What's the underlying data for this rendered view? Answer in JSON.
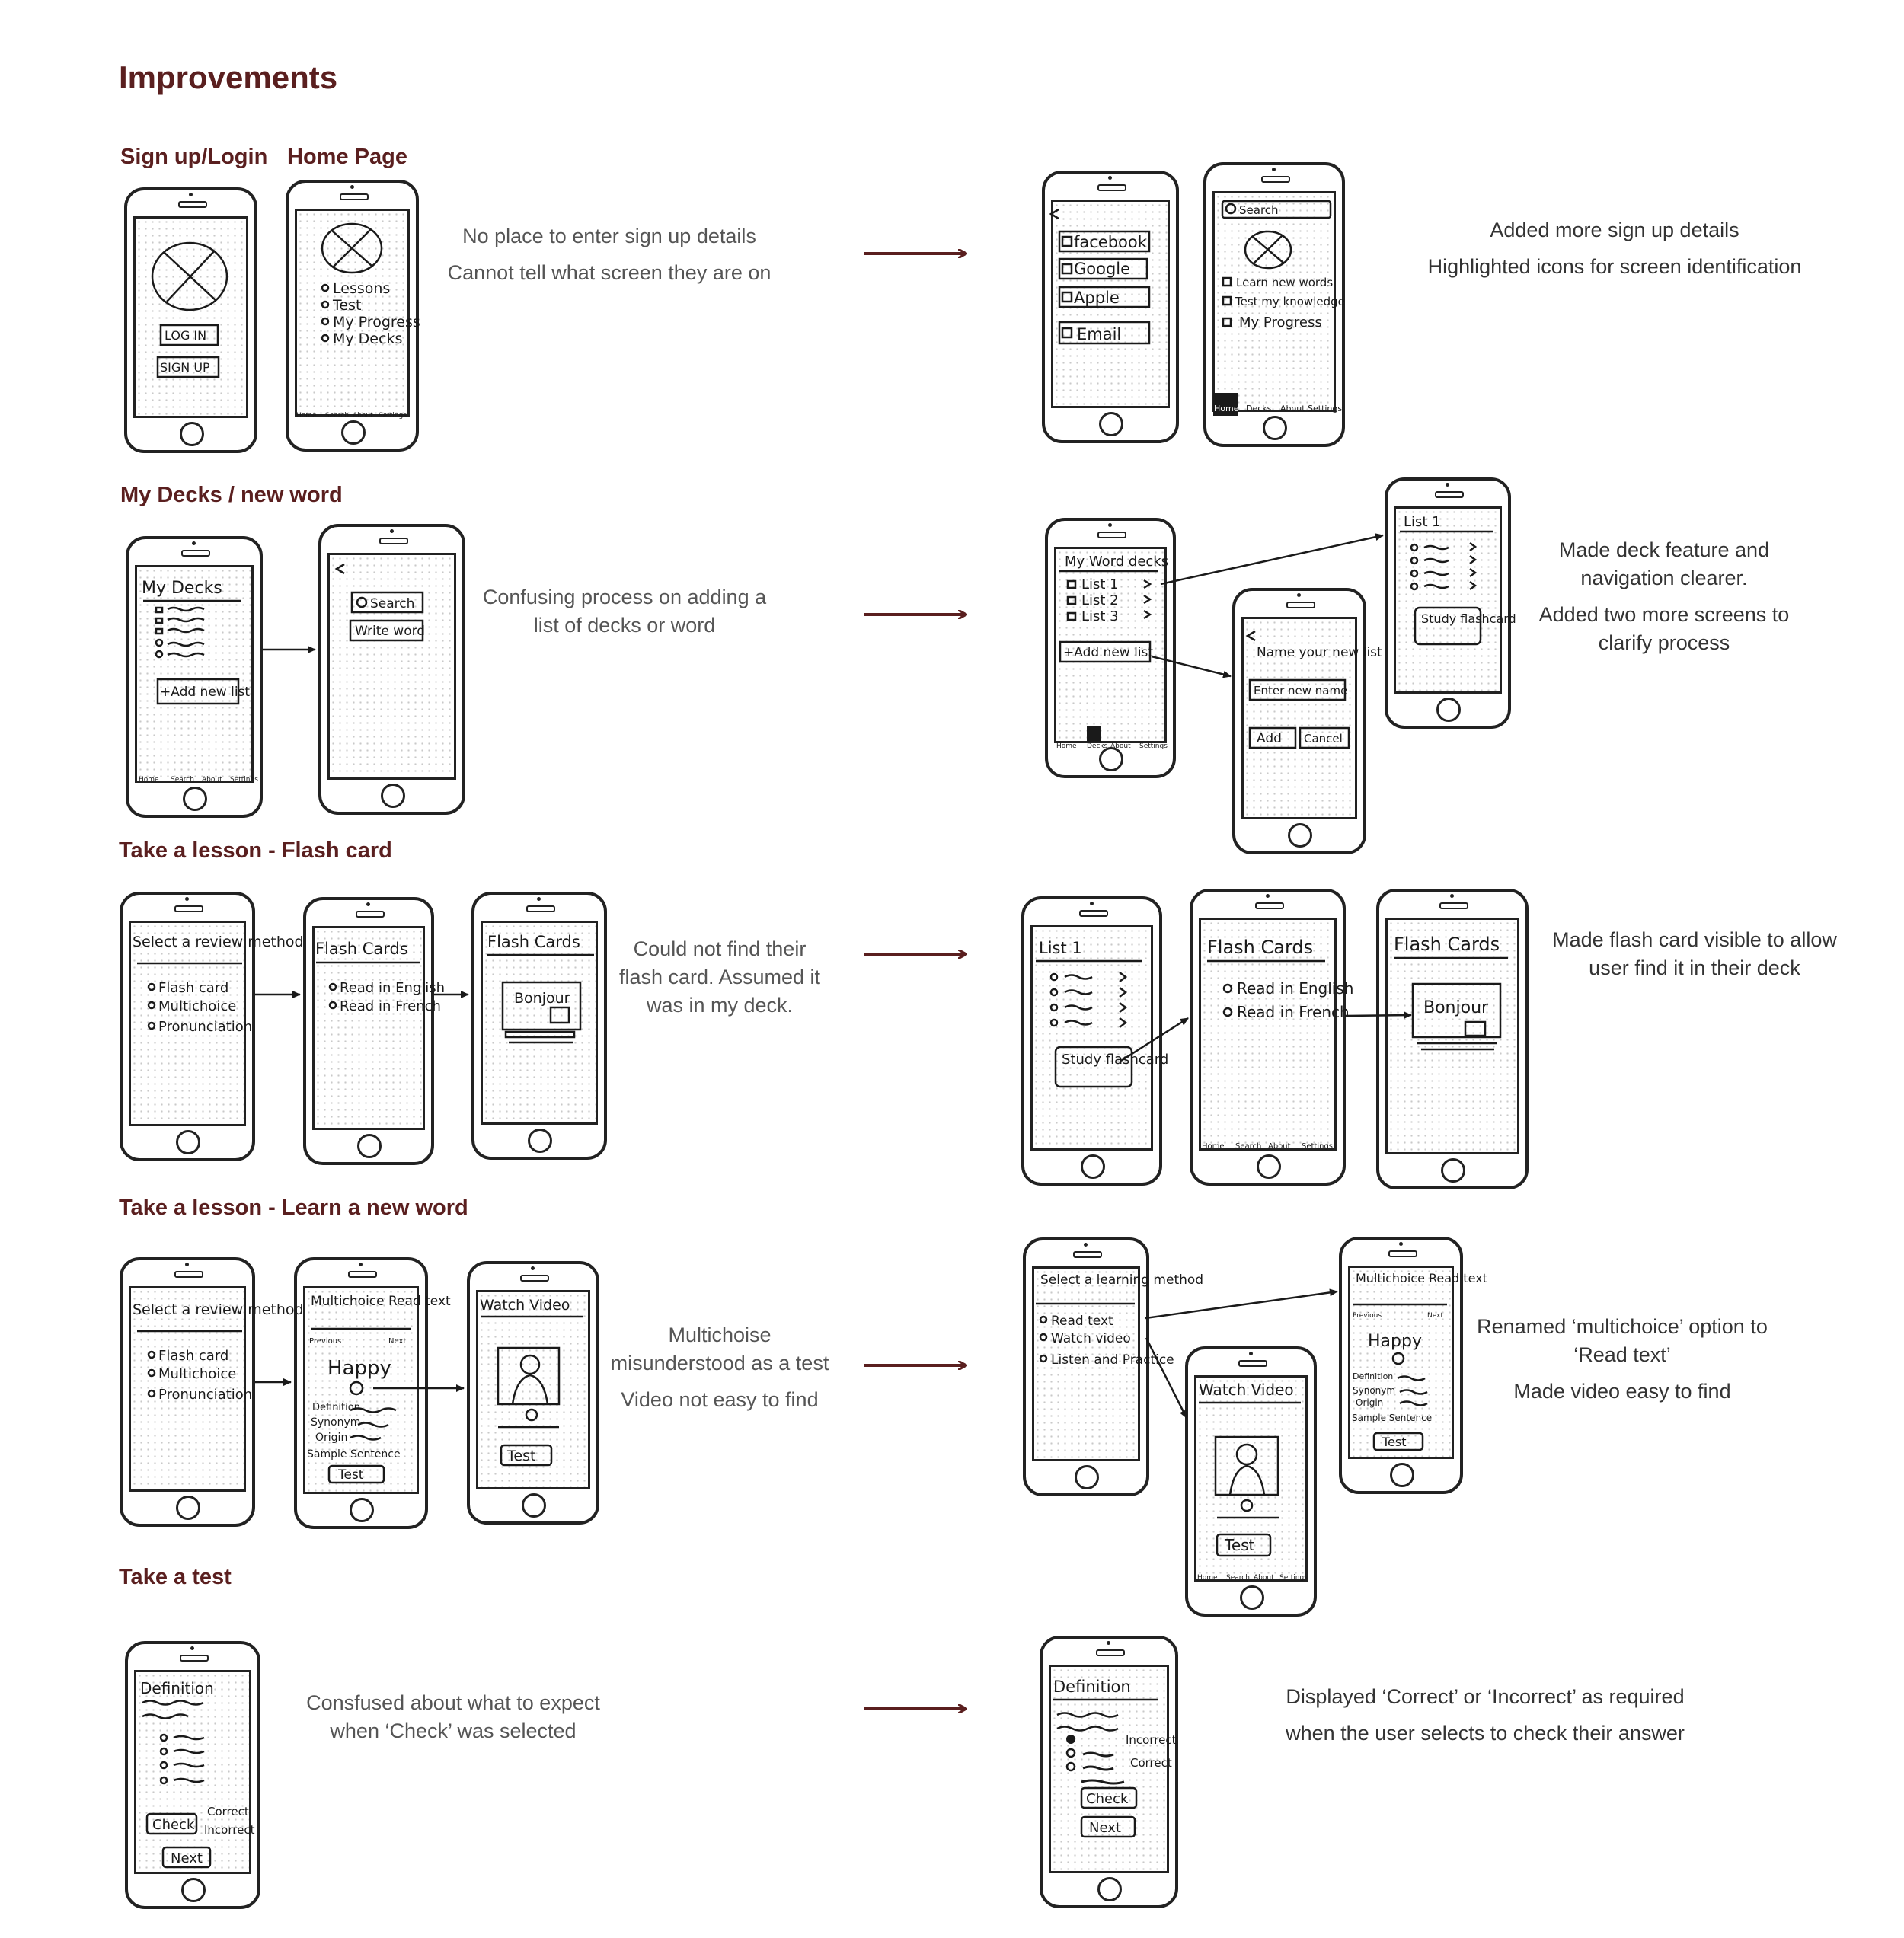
{
  "page": {
    "title": "Improvements"
  },
  "sections": [
    {
      "label": "Sign up/Login",
      "label2": "Home Page",
      "issues": [
        "No place to enter sign up details",
        "Cannot tell what screen they are on"
      ],
      "fixes": [
        "Added more sign up details",
        "Highlighted icons for screen identification"
      ]
    },
    {
      "label": "My Decks / new word",
      "issues": [
        "Confusing process on adding a list of decks or word"
      ],
      "fixes": [
        "Made deck feature and navigation clearer.",
        "Added two more screens to clarify process"
      ]
    },
    {
      "label": "Take a lesson - Flash card",
      "issues": [
        "Could not find their flash card. Assumed it was in my deck."
      ],
      "fixes": [
        "Made flash card visible to allow user find it in their deck"
      ]
    },
    {
      "label": "Take a lesson - Learn a new word",
      "issues": [
        "Multichoise misunderstood as a test",
        "Video not easy to find"
      ],
      "fixes": [
        "Renamed ‘multichoice’ option to ‘Read text’",
        "Made video easy to find"
      ]
    },
    {
      "label": "Take a test",
      "issues": [
        "Consfused about what to expect when ‘Check’ was selected"
      ],
      "fixes": [
        "Displayed ‘Correct’ or ‘Incorrect’ as required",
        "when the user selects to check their answer"
      ]
    }
  ],
  "sketches": {
    "login": {
      "login": "LOG IN",
      "signup": "SIGN UP"
    },
    "home": {
      "items": [
        "Lessons",
        "Test",
        "My Progress",
        "My Decks"
      ]
    },
    "tabbar": {
      "home": "Home",
      "search": "Search",
      "about": "About",
      "settings": "Settings",
      "decks": "Decks"
    },
    "signup_new": {
      "items": [
        "facebook",
        "Google",
        "Apple",
        "Email"
      ]
    },
    "home_new": {
      "search": "Search",
      "items": [
        "Learn new words",
        "Test my knowledge",
        "My Progress"
      ]
    },
    "my_decks": {
      "title": "My Decks",
      "add": "+Add new list"
    },
    "search_screen": {
      "search": "Search",
      "write": "Write word"
    },
    "my_word_decks": {
      "title": "My Word decks",
      "lists": [
        "List 1",
        "List 2",
        "List 3"
      ],
      "add": "+Add new list"
    },
    "name_list": {
      "title": "Name your new list",
      "field": "Enter new name",
      "add": "Add",
      "cancel": "Cancel"
    },
    "list1": {
      "title": "List 1",
      "study": "Study flashcard"
    },
    "review": {
      "title": "Select a review method",
      "items": [
        "Flash card",
        "Multichoice",
        "Pronunciation"
      ]
    },
    "flash_cards": {
      "title": "Flash Cards",
      "items": [
        "Read in English",
        "Read in French"
      ]
    },
    "flash_card_view": {
      "title": "Flash Cards",
      "card": "Bonjour"
    },
    "multichoice": {
      "title": "Multichoice Read text",
      "prev": "Previous",
      "next": "Next",
      "word": "Happy",
      "fields": [
        "Definition",
        "Synonym",
        "Origin",
        "Sample Sentence"
      ],
      "test": "Test"
    },
    "watch_video": {
      "title": "Watch Video",
      "test": "Test"
    },
    "learning_method": {
      "title": "Select a learning method",
      "items": [
        "Read text",
        "Watch video",
        "Listen and Practice"
      ]
    },
    "definition": {
      "title": "Definition",
      "check": "Check",
      "next": "Next",
      "correct": "Correct",
      "incorrect": "Incorrect"
    }
  }
}
